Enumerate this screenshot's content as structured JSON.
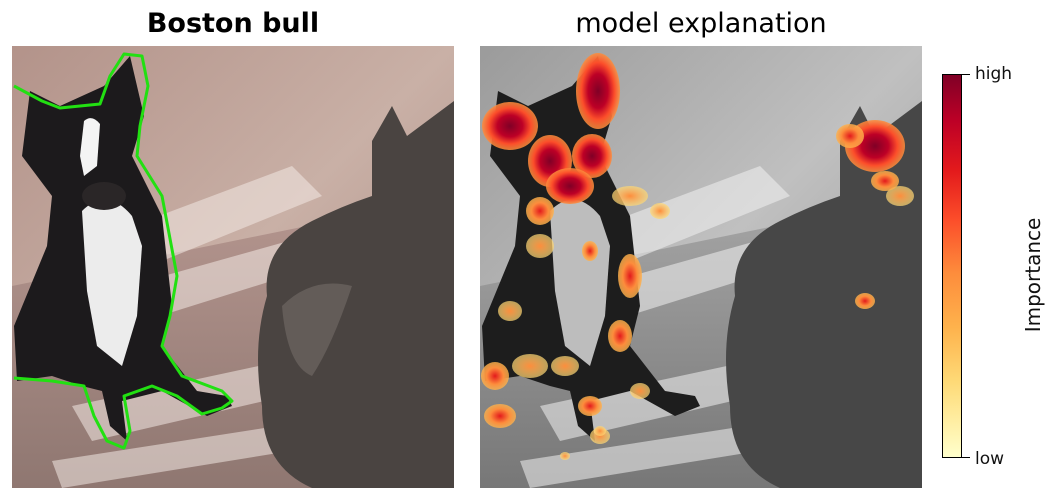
{
  "left_panel": {
    "title": "Boston bull"
  },
  "right_panel": {
    "title": "model explanation"
  },
  "colorbar": {
    "label": "Importance",
    "high_label": "high",
    "low_label": "low",
    "colors": [
      "#800026",
      "#bd0026",
      "#e31a1c",
      "#fc4e2a",
      "#fd8d3c",
      "#feb24c",
      "#fed976",
      "#ffeda0",
      "#ffffcc"
    ]
  },
  "colors": {
    "outline": "#22e012",
    "background": "#ffffff"
  }
}
